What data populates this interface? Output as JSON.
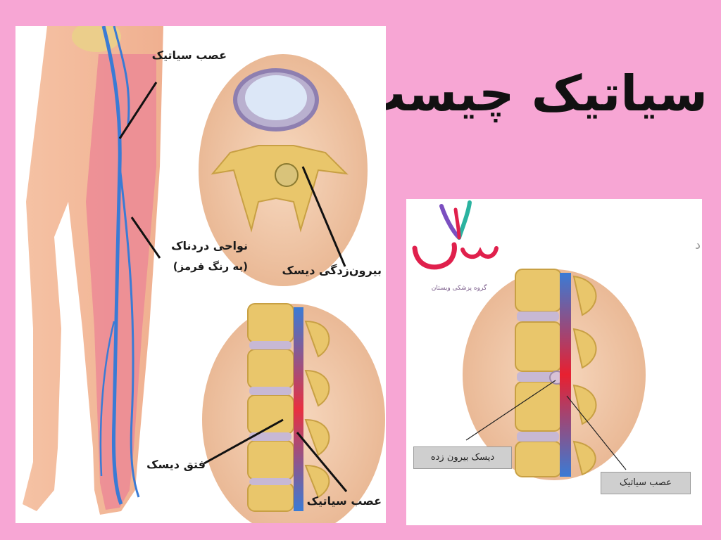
{
  "title": "سیاتیک چیست؟",
  "left_panel": {
    "labels": {
      "sciatic_nerve_top": "عصب سیاتیک",
      "painful_areas_line1": "نواحی دردناک",
      "painful_areas_line2": "(به رنگ قرمز)",
      "disc_protrusion": "بیرون‌زدگی دیسک",
      "disc_herniation": "فتق دیسک",
      "sciatic_nerve_bottom": "عصب سیاتیک"
    }
  },
  "right_panel": {
    "logo": {
      "name": "ویستان",
      "tagline": "گروه پزشکی ویستان",
      "icon": "vistan-logo-icon"
    },
    "labels": {
      "protruding_disc": "دیسک بیرون زده",
      "sciatic_nerve": "عصب سیاتیک",
      "edge_glyph": "د"
    }
  },
  "colors": {
    "background": "#f7a6d4",
    "nerve_blue": "#3a7bd5",
    "pain_red": "#e8506a",
    "bone": "#e9c66b",
    "logo_red": "#e0204c"
  }
}
